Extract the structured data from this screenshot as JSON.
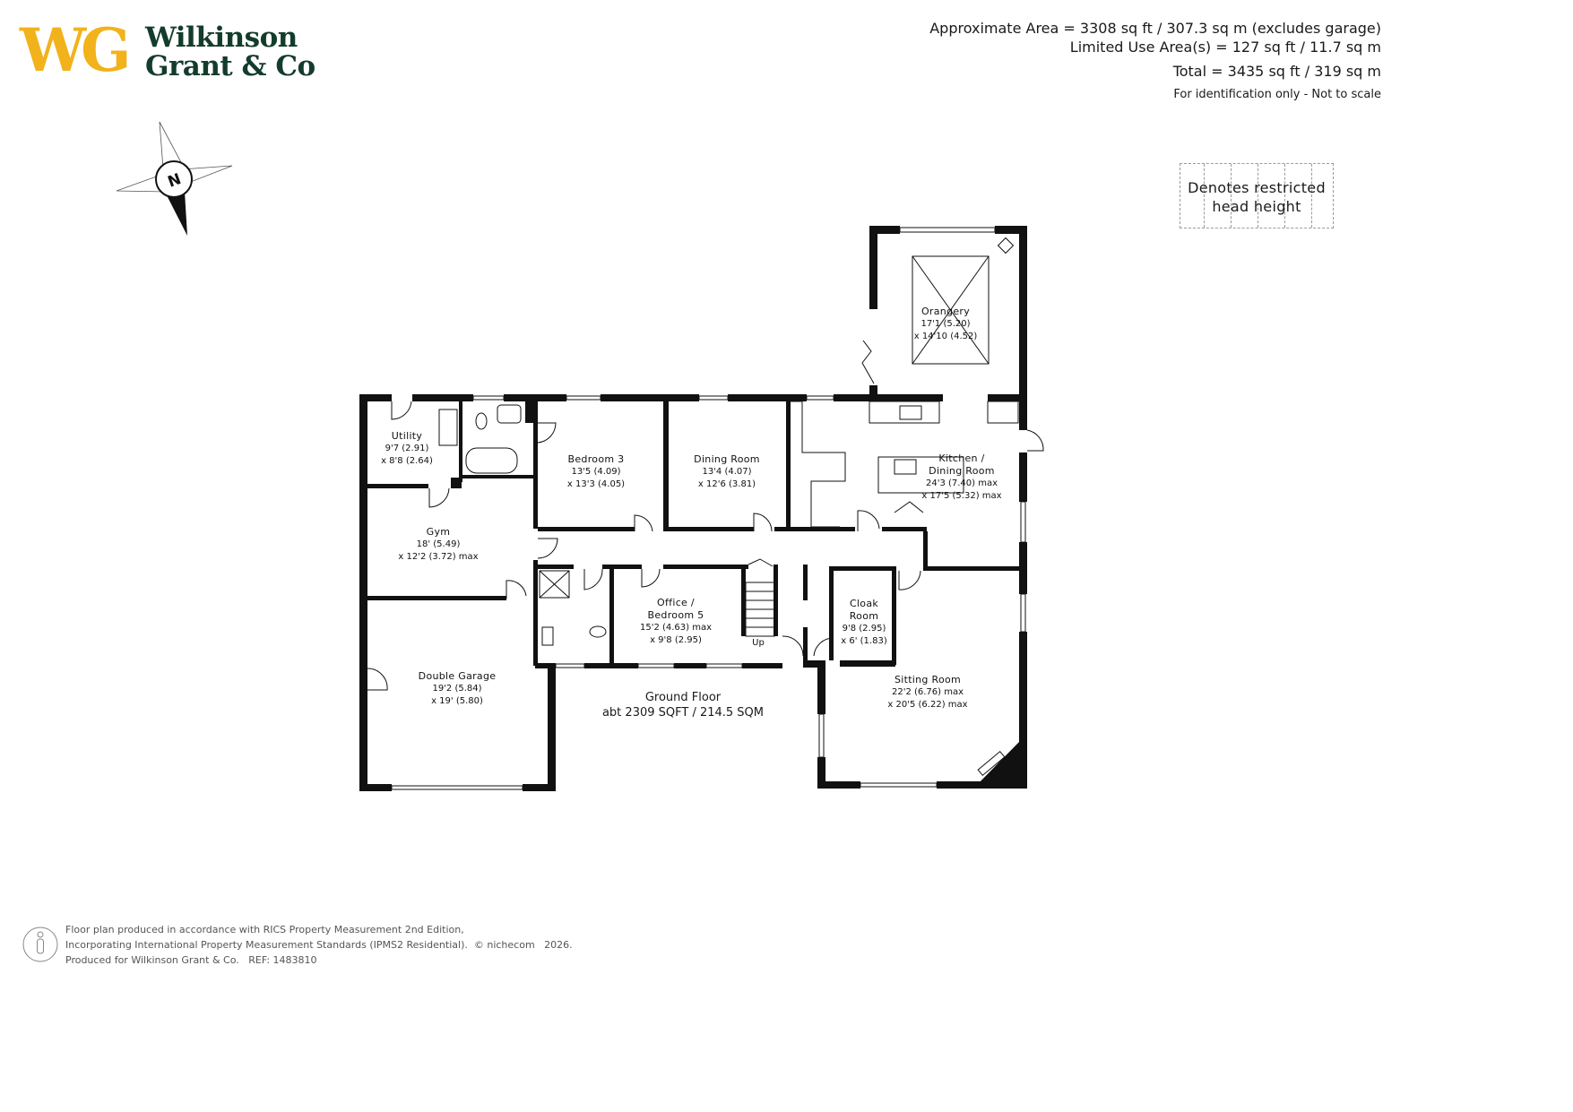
{
  "brand": {
    "initials": "WG",
    "line1": "Wilkinson",
    "line2": "Grant & Co",
    "colors": {
      "gold": "#f2b21b",
      "green": "#143c2c"
    }
  },
  "area_summary": {
    "approximate": "Approximate Area = 3308 sq ft / 307.3 sq m (excludes garage)",
    "limited_use": "Limited Use Area(s) = 127 sq ft / 11.7 sq m",
    "total": "Total = 3435 sq ft / 319 sq m",
    "disclaimer": "For identification only - Not to scale"
  },
  "legend": {
    "line1": "Denotes restricted",
    "line2": "head height"
  },
  "compass": {
    "label": "N"
  },
  "rooms": [
    {
      "name": "Orangery",
      "dims": [
        "17'1 (5.20)",
        "x 14'10 (4.52)"
      ]
    },
    {
      "name": "Utility",
      "dims": [
        "9'7 (2.91)",
        "x 8'8 (2.64)"
      ]
    },
    {
      "name": "Bedroom 3",
      "dims": [
        "13'5 (4.09)",
        "x 13'3 (4.05)"
      ]
    },
    {
      "name": "Dining Room",
      "dims": [
        "13'4 (4.07)",
        "x 12'6 (3.81)"
      ]
    },
    {
      "name": "Kitchen /",
      "name2": "Dining Room",
      "dims": [
        "24'3 (7.40) max",
        "x 17'5 (5.32) max"
      ]
    },
    {
      "name": "Gym",
      "dims": [
        "18' (5.49)",
        "x 12'2 (3.72) max"
      ]
    },
    {
      "name": "Office /",
      "name2": "Bedroom 5",
      "dims": [
        "15'2 (4.63) max",
        "x 9'8 (2.95)"
      ]
    },
    {
      "name": "Cloak",
      "name2": "Room",
      "dims": [
        "9'8 (2.95)",
        "x 6' (1.83)"
      ]
    },
    {
      "name": "Double Garage",
      "dims": [
        "19'2 (5.84)",
        "x 19' (5.80)"
      ]
    },
    {
      "name": "Sitting Room",
      "dims": [
        "22'2 (6.76) max",
        "x 20'5 (6.22) max"
      ]
    }
  ],
  "stairs_label": "Up",
  "floor": {
    "name": "Ground Floor",
    "area": "abt 2309 SQFT / 214.5 SQM"
  },
  "footer": {
    "line1": "Floor plan produced in accordance with RICS Property Measurement 2nd Edition,",
    "line2": "Incorporating International Property Measurement Standards (IPMS2 Residential).",
    "copyright": "© nichecom",
    "year": "2026.",
    "line3": "Produced for Wilkinson Grant & Co.",
    "ref": "REF:  1483810"
  }
}
